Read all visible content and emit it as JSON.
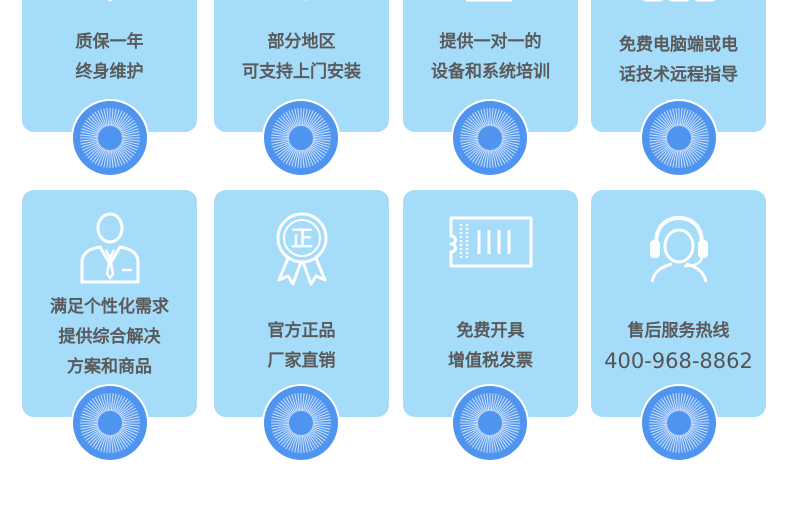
{
  "cards": [
    {
      "lines": [
        "质保一年",
        "终身维护"
      ],
      "icon": "certificate-icon"
    },
    {
      "lines": [
        "部分地区",
        "可支持上门安装"
      ],
      "icon": "tools-icon"
    },
    {
      "lines": [
        "提供一对一的",
        "设备和系统培训"
      ],
      "icon": "training-icon"
    },
    {
      "lines": [
        "免费电脑端或电",
        "话技术远程指导"
      ],
      "icon": "remote-guide-icon"
    },
    {
      "lines": [
        "满足个性化需求",
        "提供综合解决",
        "方案和商品"
      ],
      "icon": "businessman-icon"
    },
    {
      "lines": [
        "官方正品",
        "厂家直销"
      ],
      "icon": "genuine-seal-icon",
      "seal_char": "正"
    },
    {
      "lines": [
        "免费开具",
        "增值税发票"
      ],
      "icon": "invoice-ticket-icon"
    },
    {
      "lines": [
        "售后服务热线",
        "400-968-8862"
      ],
      "icon": "headset-icon"
    }
  ],
  "colors": {
    "card": "#a4dcf9",
    "badge": "#4f95f0",
    "text": "#5a5a5a"
  }
}
